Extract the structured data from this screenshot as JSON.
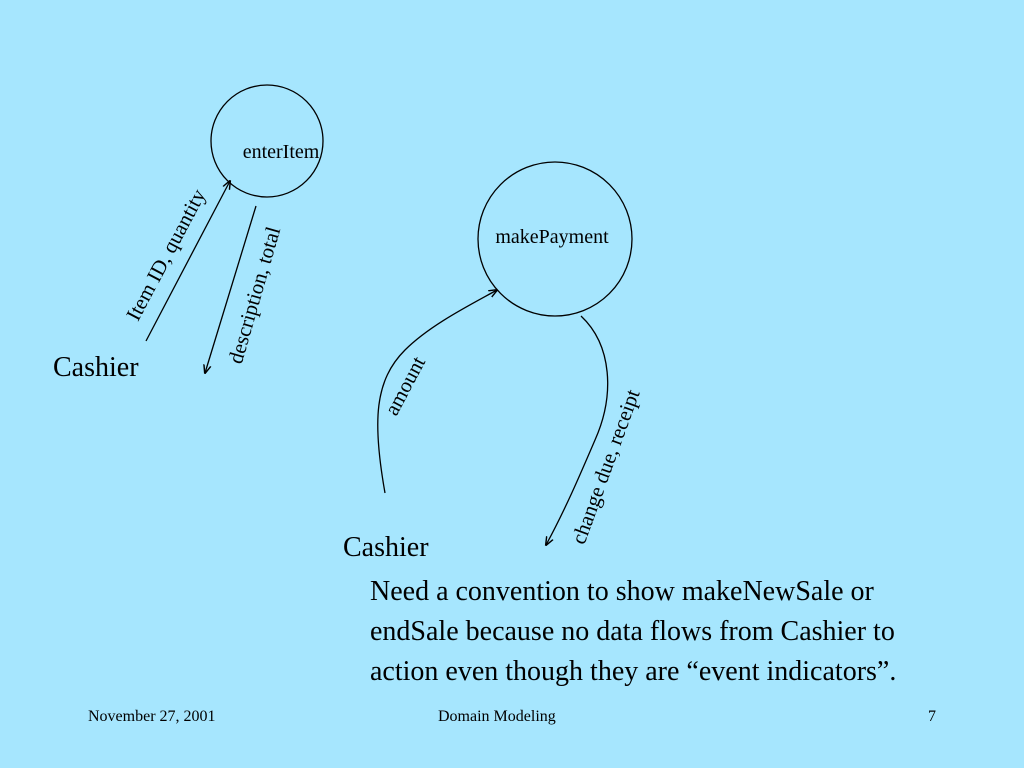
{
  "diagram": {
    "processes": {
      "enter_item": "enterItem",
      "make_payment": "makePayment"
    },
    "actors": {
      "cashier_top": "Cashier",
      "cashier_bottom": "Cashier"
    },
    "flows": {
      "item_id_quantity": "Item ID, quantity",
      "description_total": "description, total",
      "amount": "amount",
      "change_due_receipt": "change due, receipt"
    },
    "colors": {
      "background": "#a6e6fe",
      "lines": "#000000"
    }
  },
  "note": {
    "lines": [
      "Need a convention to show makeNewSale or",
      "endSale because no data flows from Cashier to",
      "action even though they are “event indicators”."
    ]
  },
  "footer": {
    "date": "November 27, 2001",
    "title": "Domain Modeling",
    "page_number": "7"
  }
}
